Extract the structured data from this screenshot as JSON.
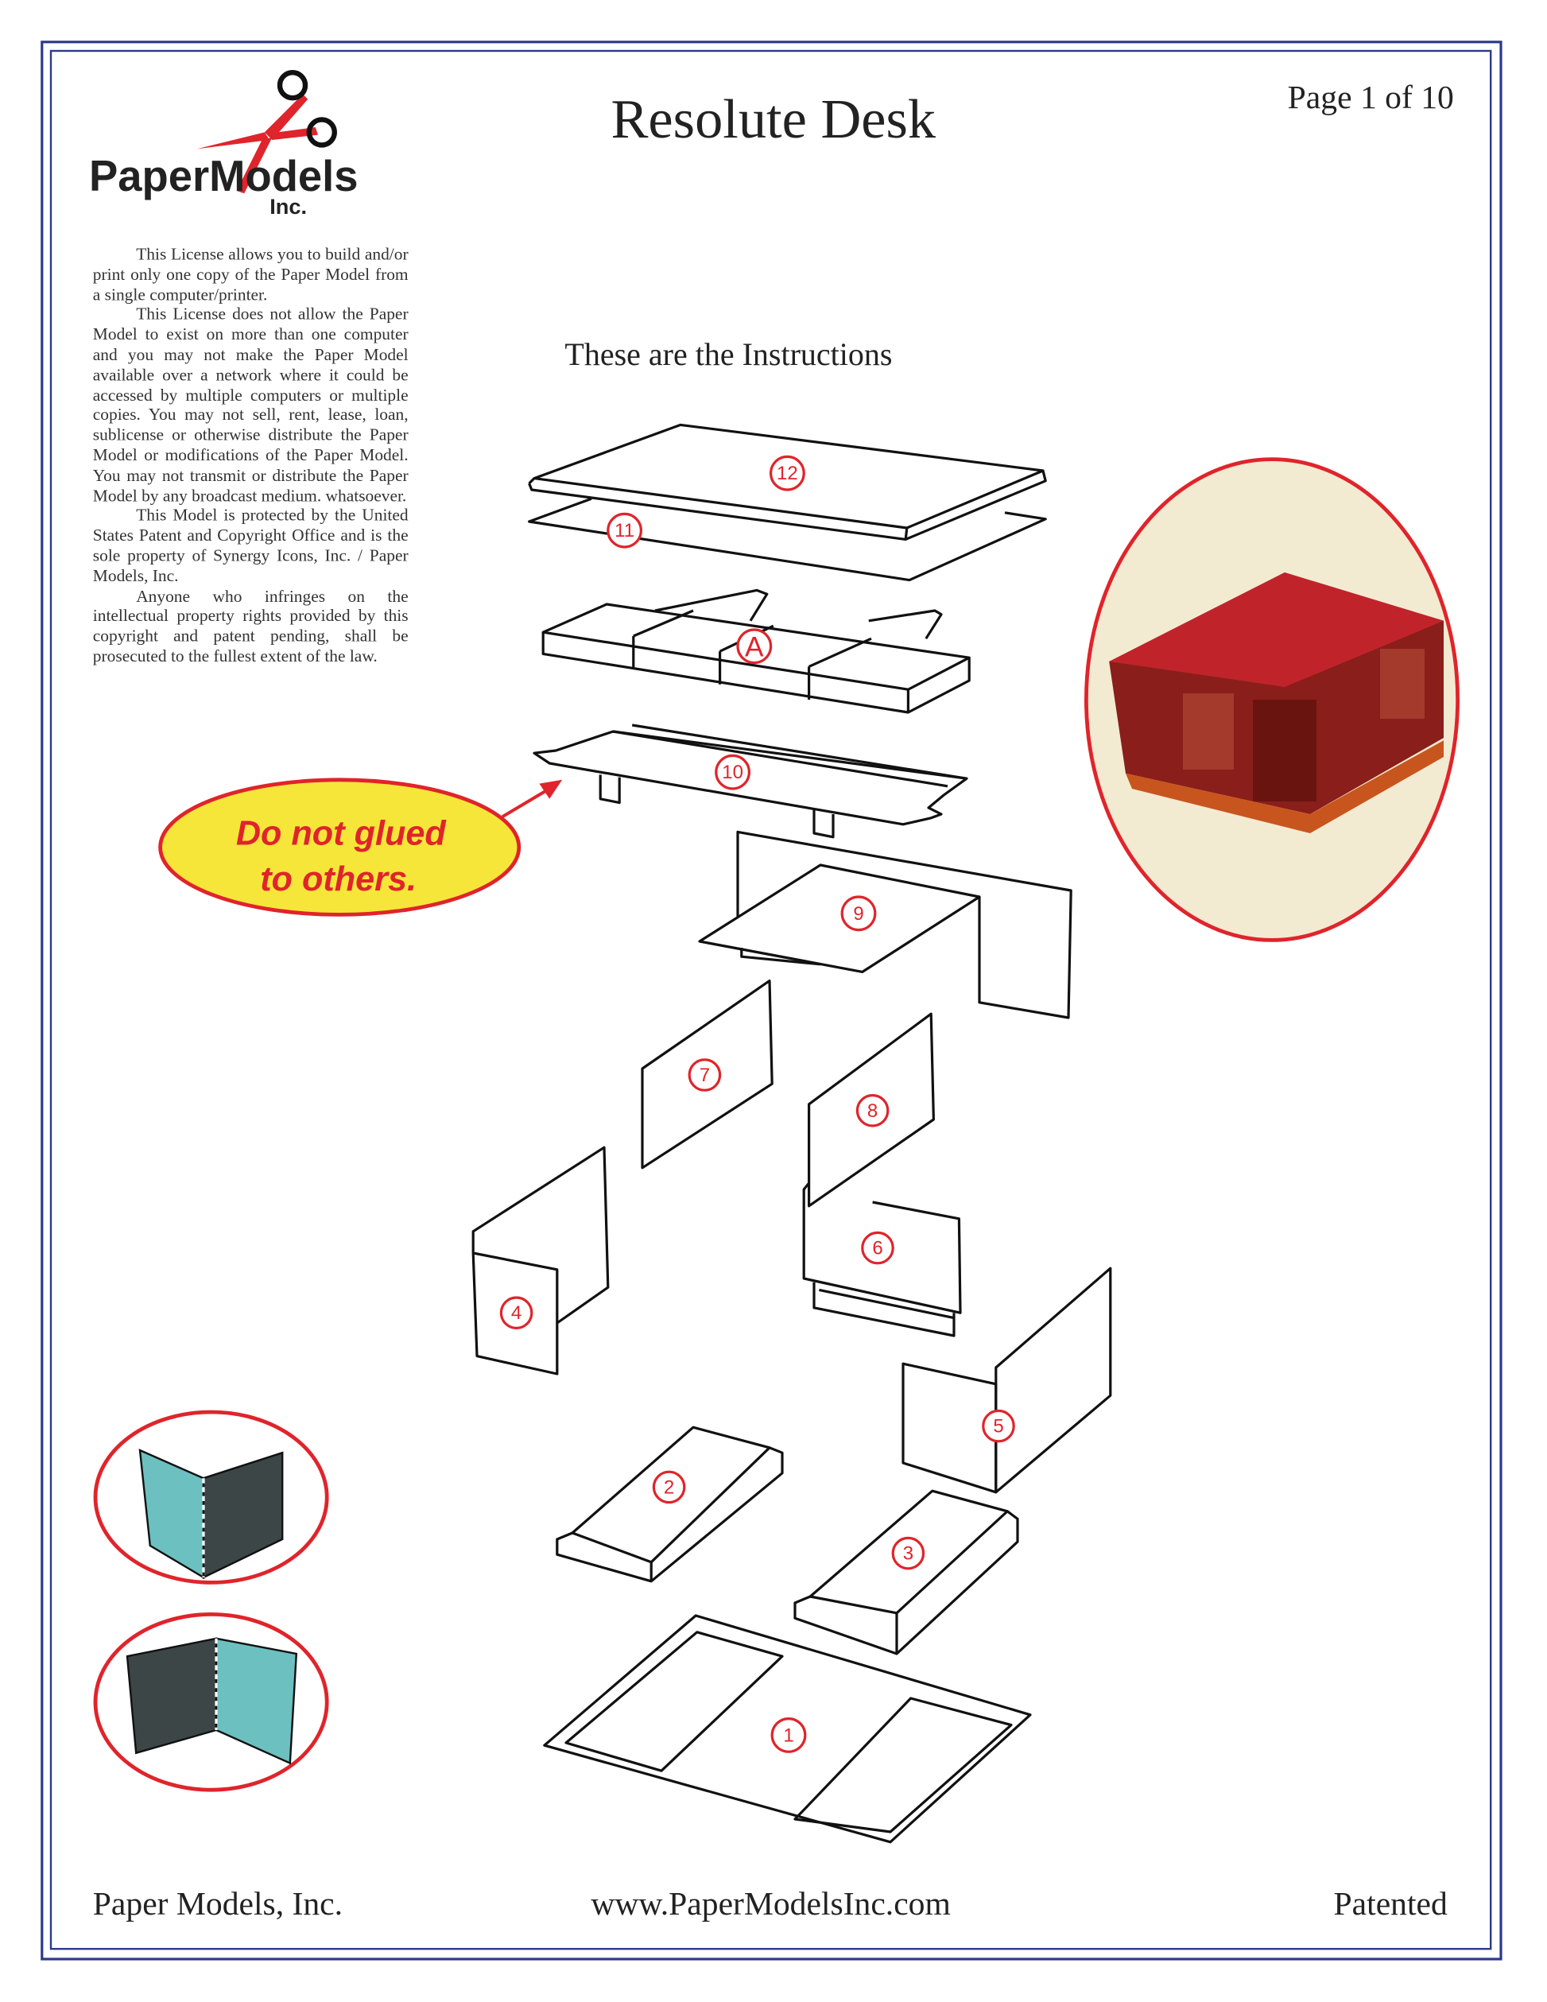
{
  "header": {
    "title": "Resolute Desk",
    "page_indicator": "Page 1 of 10",
    "logo_text": "PaperModels Inc."
  },
  "license": [
    "This License allows you to build and/or print only one copy of the Paper Model from a single computer/printer.",
    "This License does not allow the Paper Model to exist on more than one computer and you may not make the Paper Model available over a network where it could be accessed by multiple computers or multiple copies. You may not sell, rent, lease, loan, sublicense or otherwise distribute the Paper Model or modifications of the Paper Model.  You may not transmit or distribute the Paper Model by any broadcast medium. whatsoever.",
    "This Model is protected by the United States Patent and Copyright Office and is the sole property of Synergy Icons, Inc. / Paper Models, Inc.",
    "Anyone who infringes on the intellectual property rights provided by this copyright and patent pending, shall be prosecuted to the fullest extent of the law."
  ],
  "instructions_heading": "These are the Instructions",
  "callout": {
    "line1": "Do not glued",
    "line2": "to others."
  },
  "parts": {
    "p1": "1",
    "p2": "2",
    "p3": "3",
    "p4": "4",
    "p5": "5",
    "p6": "6",
    "p7": "7",
    "p8": "8",
    "p9": "9",
    "p10": "10",
    "p11": "11",
    "p12": "12",
    "pA": "A"
  },
  "footer": {
    "company": "Paper Models, Inc.",
    "website": "www.PaperModelsInc.com",
    "patent": "Patented"
  },
  "colors": {
    "border": "#2b3a8c",
    "accent_red": "#e0242b",
    "callout_fill": "#f6e63a",
    "teal": "#6cc0c0",
    "dark": "#3d4646"
  }
}
